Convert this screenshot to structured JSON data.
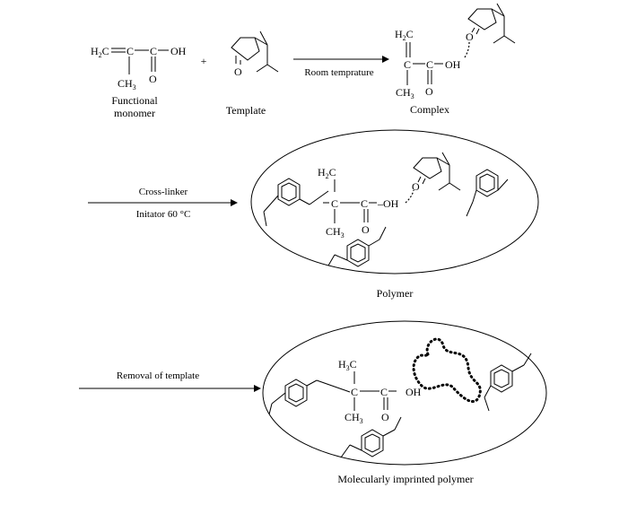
{
  "labels": {
    "functional_monomer": [
      "Functional",
      "monomer"
    ],
    "template": "Template",
    "room_temperature": "Room temprature",
    "complex": "Complex",
    "cross_linker": "Cross-linker",
    "initiator": "Initator 60 °C",
    "polymer": "Polymer",
    "removal": "Removal of template",
    "mip": "Molecularly imprinted polymer"
  },
  "plus": "+",
  "atoms": {
    "h2c": "H",
    "two": "2",
    "c": "C",
    "h3c": "H",
    "three": "3",
    "ch3": "CH",
    "oh": "OH",
    "o": "O",
    "minus_oh": "–OH"
  }
}
